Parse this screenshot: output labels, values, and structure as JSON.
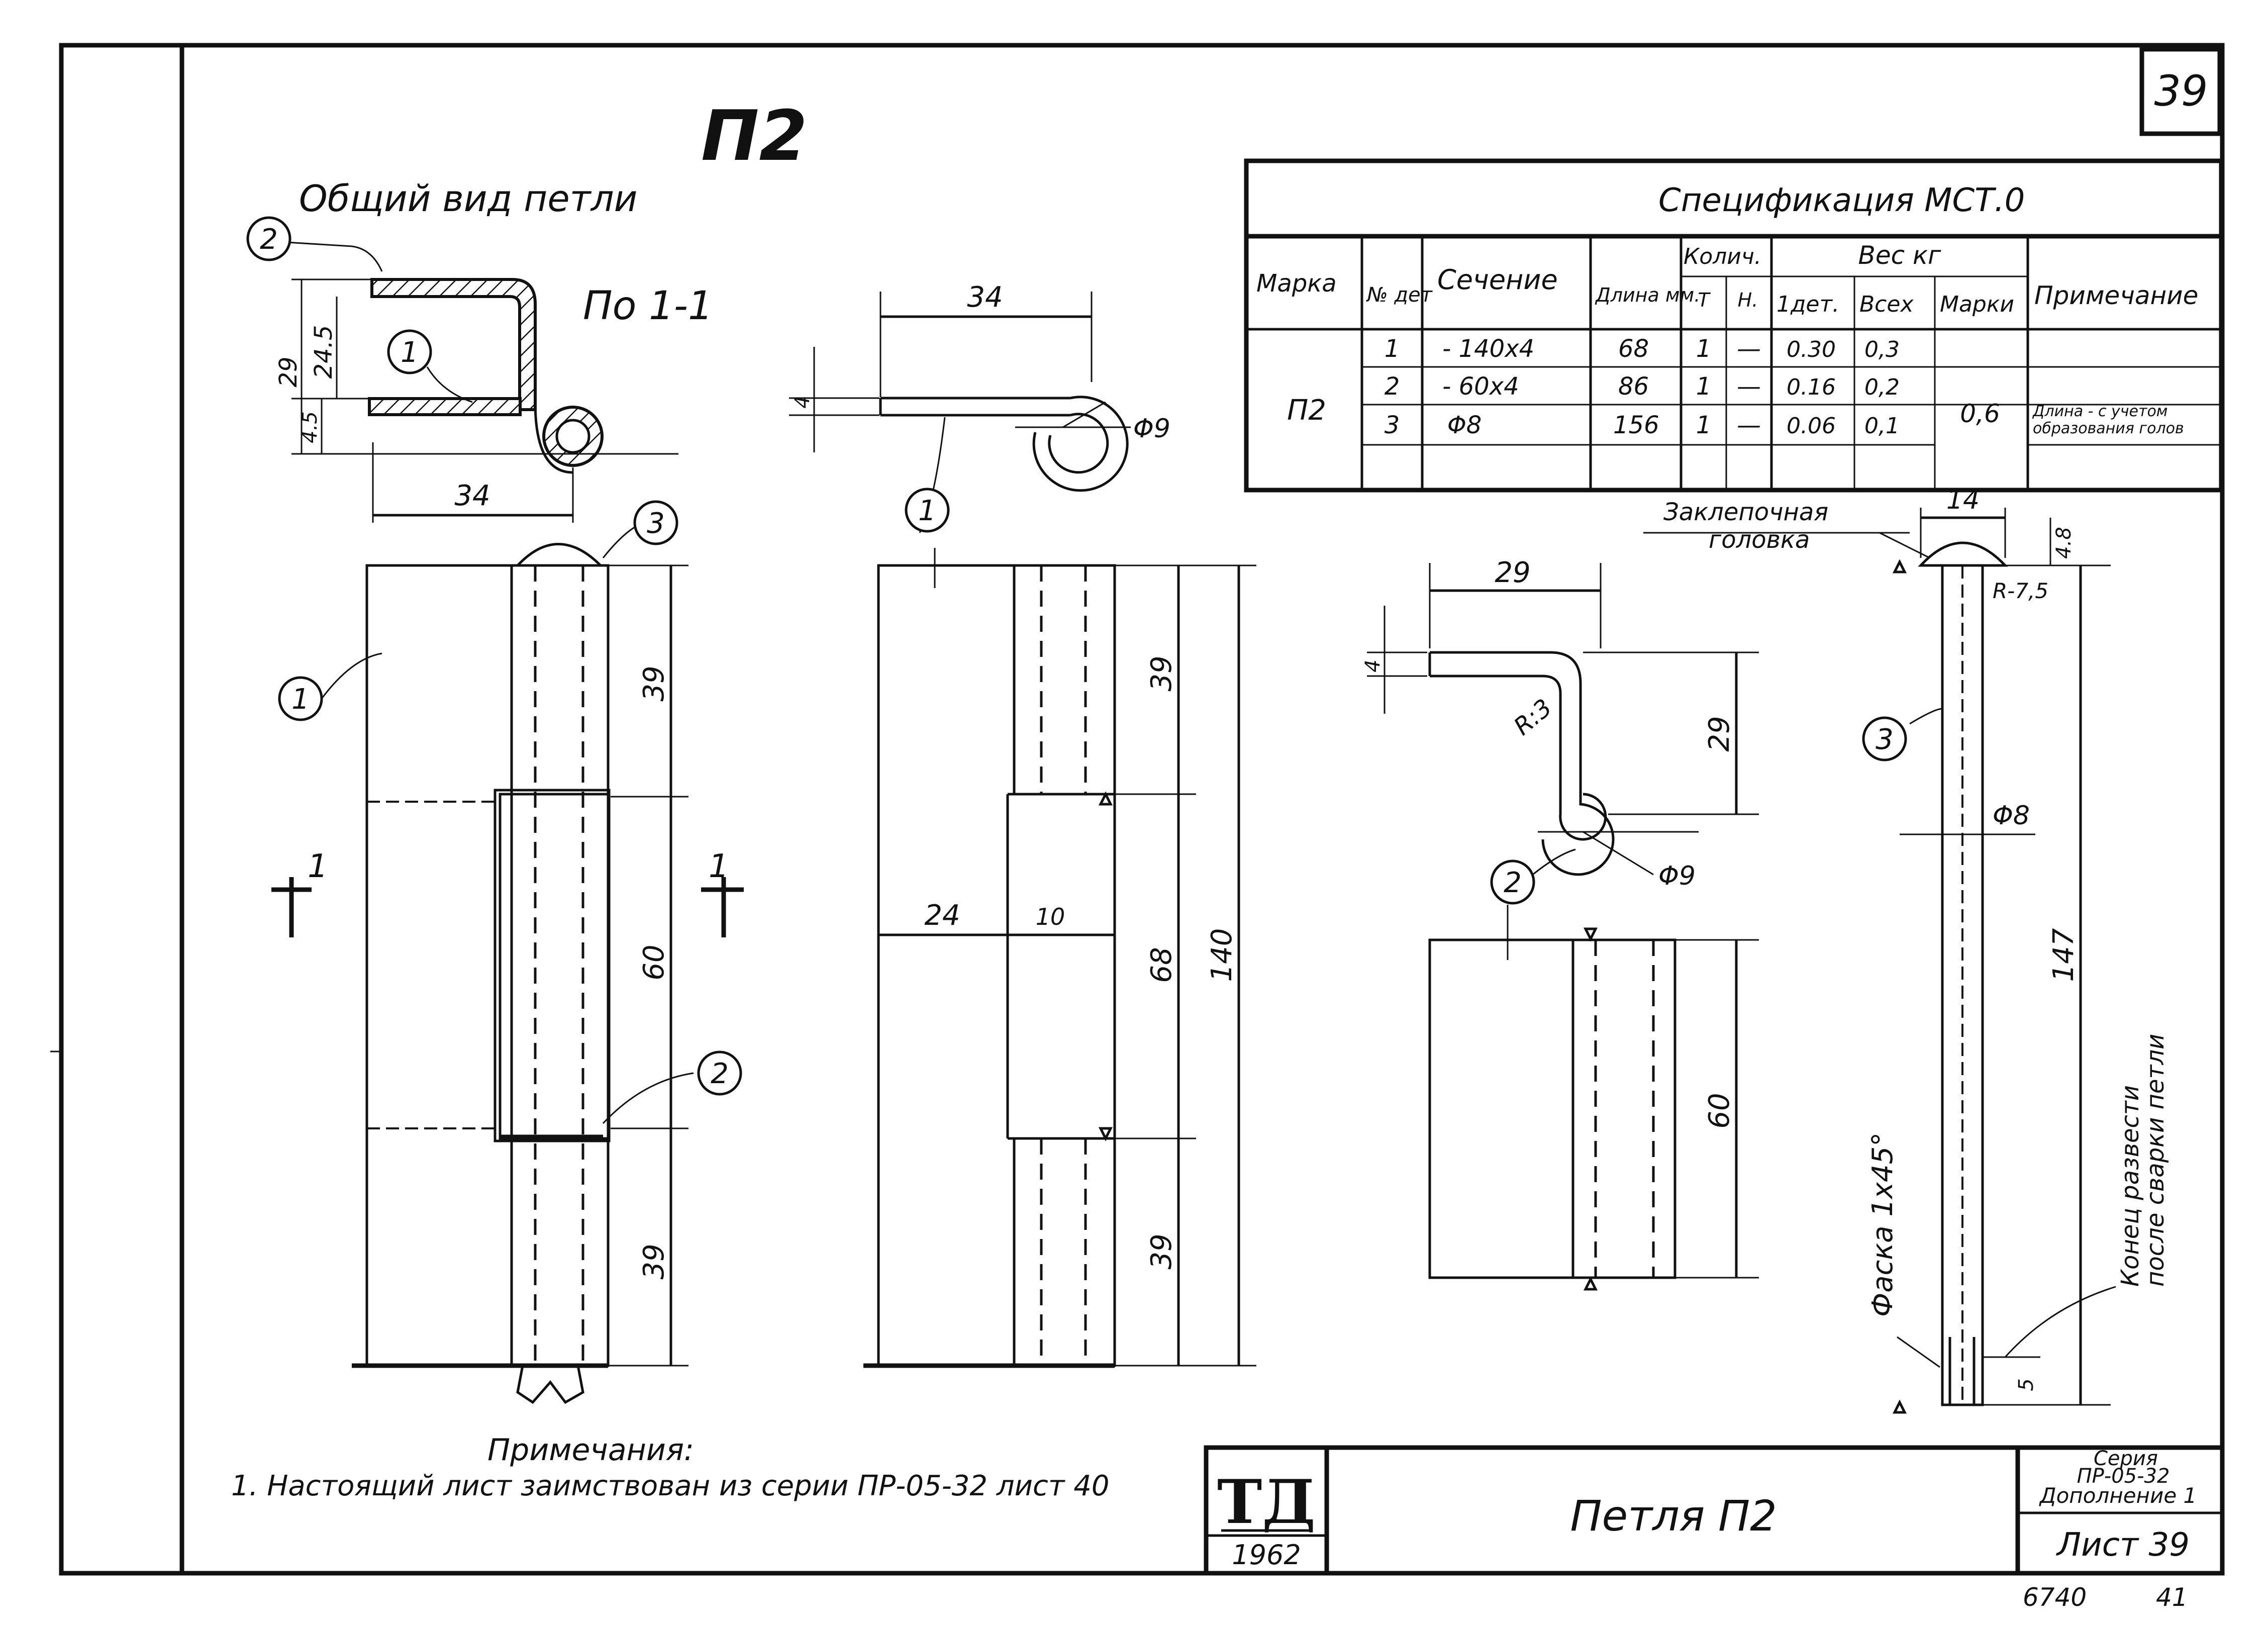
{
  "sheet": {
    "sheet_number_box": "39",
    "title_mark": "П2",
    "general_view_caption": "Общий вид петли",
    "section_caption": "По 1-1",
    "section_mark": "1"
  },
  "callouts": [
    "1",
    "2",
    "3"
  ],
  "dimensions": {
    "view1": {
      "top_thick": "29",
      "top_inner": "24.5",
      "top_small": "4.5",
      "width_34": "34",
      "seg_top": "39",
      "seg_mid": "60",
      "seg_bottom": "39"
    },
    "view2": {
      "width_34": "34",
      "thk": "4",
      "dia": "Φ9",
      "seg_top": "39",
      "seg_mid": "68",
      "seg_bottom": "39",
      "total": "140",
      "offset_24": "24",
      "offset_10": "10"
    },
    "view3": {
      "width_29": "29",
      "thk": "4",
      "radius": "R:3",
      "height_29": "29",
      "dia": "Φ9",
      "length_60": "60"
    },
    "view4": {
      "width_14": "14",
      "head_h": "4.8",
      "radius": "R-7,5",
      "dia": "Φ8",
      "length": "147",
      "tail": "5",
      "head_label_1": "Заклепочная",
      "head_label_2": "головка",
      "chamfer_label": "Фаска 1x45°",
      "end_label_1": "Конец развести",
      "end_label_2": "после сварки петли"
    }
  },
  "spec_table": {
    "title": "Спецификация МСТ.0",
    "headers": {
      "marka": "Марка",
      "no_det": "№ дет",
      "section": "Сечение",
      "length": "Длина мм.",
      "qty": "Колич.",
      "qty_t": "Т",
      "qty_n": "Н.",
      "weight": "Вес кг",
      "w_one": "1дет.",
      "w_all": "Всех",
      "w_mark": "Марки",
      "note": "Примечание"
    },
    "mark": "П2",
    "rows": [
      {
        "no": "1",
        "section": "- 140x4",
        "length": "68",
        "t": "1",
        "n": "—",
        "w1": "0.30",
        "wall": "0,3"
      },
      {
        "no": "2",
        "section": "- 60x4",
        "length": "86",
        "t": "1",
        "n": "—",
        "w1": "0.16",
        "wall": "0,2"
      },
      {
        "no": "3",
        "section": "Φ8",
        "length": "156",
        "t": "1",
        "n": "—",
        "w1": "0.06",
        "wall": "0,1"
      }
    ],
    "mark_weight": "0,6",
    "note_1": "Длина - с учетом",
    "note_2": "образования голов"
  },
  "notes": {
    "heading": "Примечания:",
    "line1": "1. Настоящий лист заимствован из серии ПР-05-32 лист 40"
  },
  "title_block": {
    "logo": "ТД",
    "year": "1962",
    "name": "Петля П2",
    "series_1": "Серия",
    "series_2": "ПР-05-32",
    "series_3": "Дополнение 1",
    "sheet": "Лист 39"
  },
  "footer": {
    "number": "6740",
    "page": "41"
  }
}
